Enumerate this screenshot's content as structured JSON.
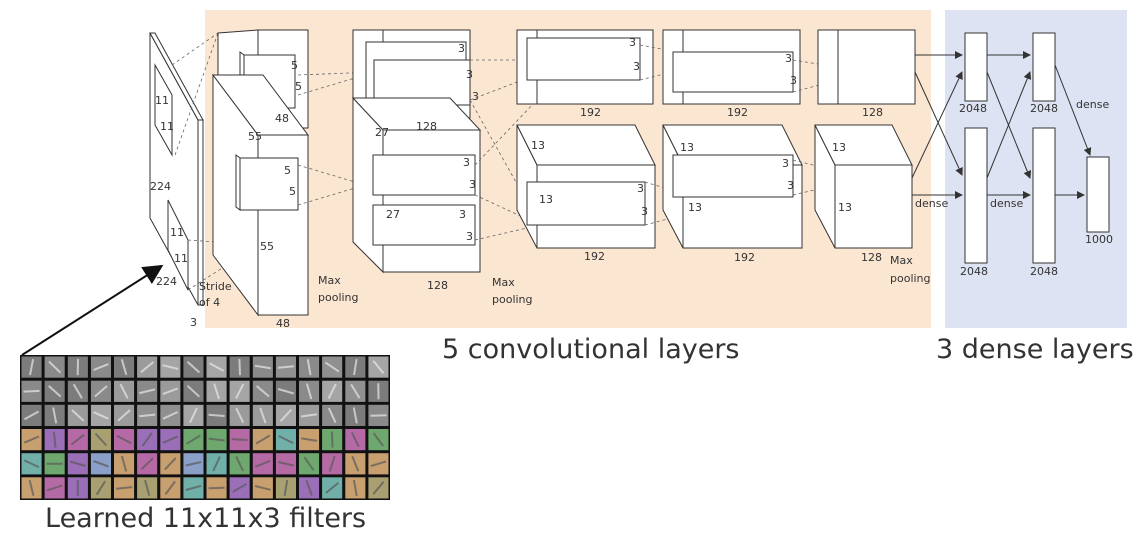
{
  "conv_section_label": "5 convolutional layers",
  "dense_section_label": "3 dense layers",
  "filters_caption": "Learned 11x11x3 filters",
  "colors": {
    "conv_region": "#fbe6d2",
    "dense_region": "#dde3f2"
  },
  "input": {
    "height": "224",
    "width": "224",
    "depth": "3",
    "kernel_a": "11",
    "kernel_b": "11",
    "stride": "Stride\nof 4"
  },
  "conv1": {
    "size_top": "55",
    "size_bottom": "55",
    "depth": "48",
    "kernel_top_a": "5",
    "kernel_top_b": "5",
    "kernel_bottom_a": "5",
    "kernel_bottom_b": "5",
    "top_depth": "48"
  },
  "conv2": {
    "size": "27",
    "size_b": "27",
    "depth": "128",
    "top_depth": "128",
    "k1": "3",
    "k2": "3",
    "k3": "3",
    "k4": "3",
    "k5": "3",
    "k6": "3"
  },
  "conv3": {
    "size_a": "13",
    "size_b": "13",
    "depth_top": "192",
    "depth_bottom": "192",
    "k1": "3",
    "k2": "3",
    "k3": "3",
    "k4": "3"
  },
  "conv4": {
    "size_a": "13",
    "size_b": "13",
    "depth_top": "192",
    "depth_bottom": "192",
    "k1": "3",
    "k2": "3",
    "k3": "3",
    "k4": "3"
  },
  "conv5": {
    "size_a": "13",
    "size_b": "13",
    "depth_top": "128",
    "depth_bottom": "128"
  },
  "pooling_labels": [
    "Max\npooling",
    "Max\npooling",
    "Max\npooling"
  ],
  "dense": {
    "fc1_top": "2048",
    "fc1_bottom": "2048",
    "fc2_top": "2048",
    "fc2_bottom": "2048",
    "out": "1000",
    "label_a": "dense",
    "label_b": "dense",
    "label_c": "dense"
  },
  "filter_grid": {
    "rows": 6,
    "cols": 16
  }
}
